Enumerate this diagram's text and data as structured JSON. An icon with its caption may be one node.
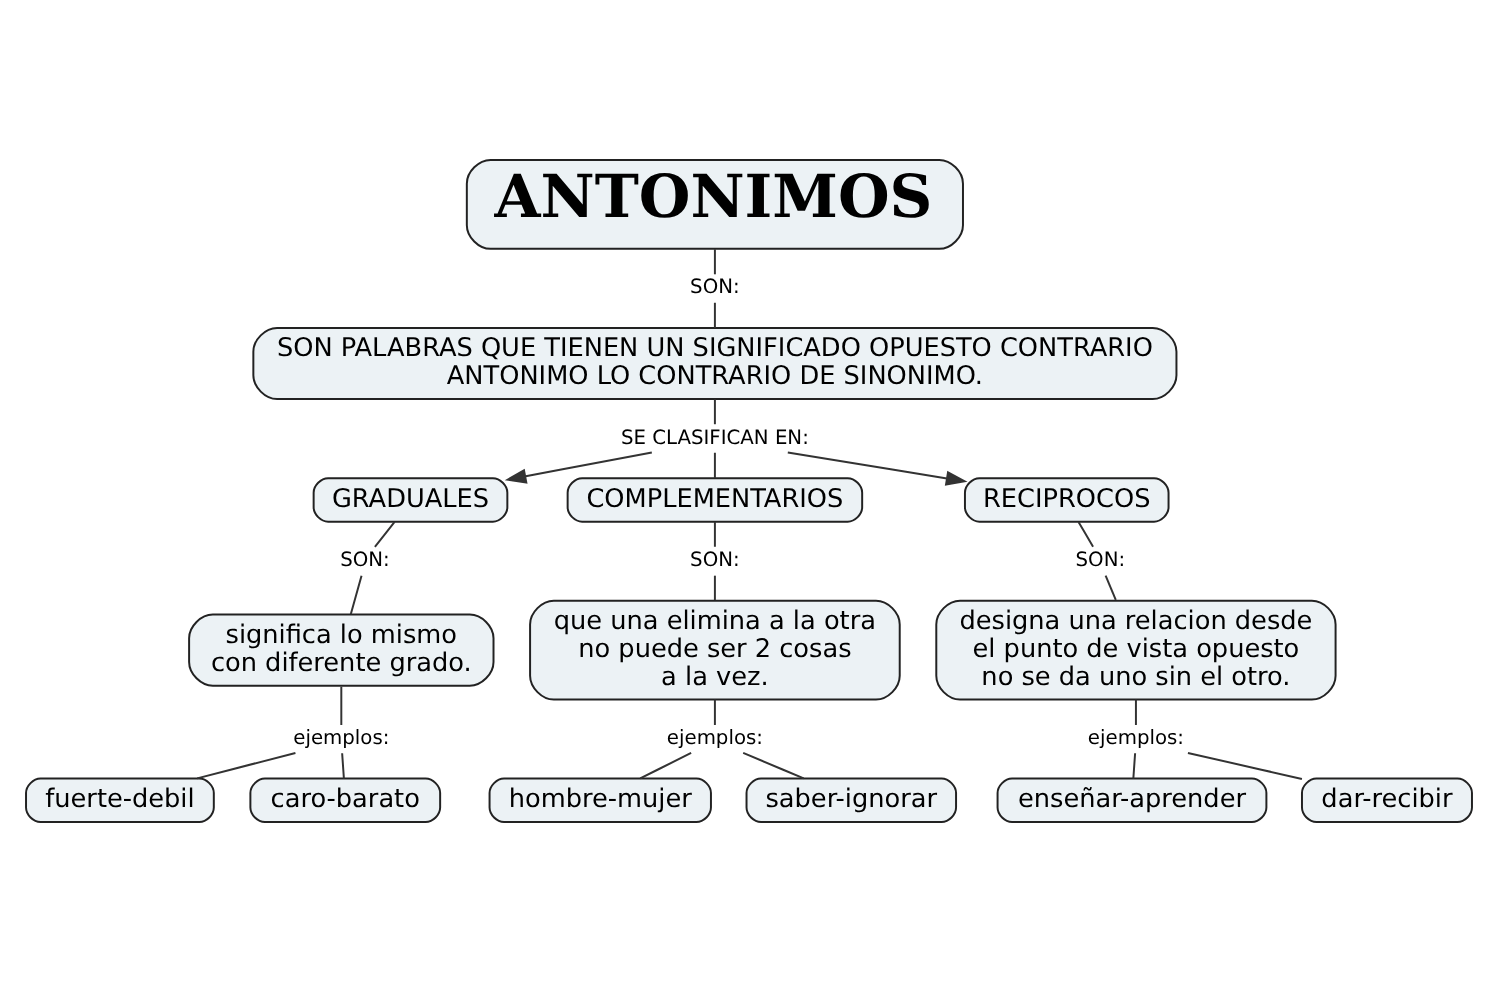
{
  "diagram": {
    "nodes": [
      {
        "text": [
          "ANTONIMOS"
        ]
      },
      {
        "text": [
          "SON:"
        ]
      },
      {
        "text": [
          "SON PALABRAS QUE TIENEN UN SIGNIFICADO OPUESTO CONTRARIO ANTONIMO LO CONTRARIO DE SINONIMO."
        ]
      },
      {
        "text": [
          "SE CLASIFICAN EN:"
        ]
      },
      {
        "text": [
          "GRADUALES"
        ]
      },
      {
        "text": [
          "COMPLEMENTARIOS"
        ]
      },
      {
        "text": [
          "RECIPROCOS"
        ]
      },
      {
        "text": [
          "SON:"
        ]
      },
      {
        "text": [
          "SON:"
        ]
      },
      {
        "text": [
          "SON:"
        ]
      },
      {
        "text": [
          "significa lo mismo con diferente grado."
        ]
      },
      {
        "text": [
          "que una elimina a la otra no puede ser 2 cosas a la vez."
        ]
      },
      {
        "text": [
          "designa una relacion desde el punto de vista opuesto no se da uno sin el otro."
        ]
      },
      {
        "text": [
          "ejemplos:"
        ]
      },
      {
        "text": [
          "ejemplos:"
        ]
      },
      {
        "text": [
          "ejemplos:"
        ]
      },
      {
        "text": [
          "fuerte-debil"
        ]
      },
      {
        "text": [
          "caro-barato"
        ]
      },
      {
        "text": [
          "hombre-mujer"
        ]
      },
      {
        "text": [
          "saber-ignorar"
        ]
      },
      {
        "text": [
          "enseñar-aprender"
        ]
      },
      {
        "text": [
          "dar-recibir"
        ]
      }
    ],
    "edges": [
      {
        "from": 0,
        "to": 1,
        "arrow": "none"
      },
      {
        "from": 1,
        "to": 2,
        "arrow": "none"
      },
      {
        "from": 2,
        "to": 3,
        "arrow": "none"
      },
      {
        "from": 3,
        "to": 4,
        "arrow": "to"
      },
      {
        "from": 3,
        "to": 5,
        "arrow": "none"
      },
      {
        "from": 3,
        "to": 6,
        "arrow": "to"
      },
      {
        "from": 4,
        "to": 7,
        "arrow": "none"
      },
      {
        "from": 5,
        "to": 8,
        "arrow": "none"
      },
      {
        "from": 6,
        "to": 9,
        "arrow": "none"
      },
      {
        "from": 7,
        "to": 10,
        "arrow": "none"
      },
      {
        "from": 8,
        "to": 11,
        "arrow": "none"
      },
      {
        "from": 9,
        "to": 12,
        "arrow": "none"
      },
      {
        "from": 10,
        "to": 13,
        "arrow": "none"
      },
      {
        "from": 11,
        "to": 14,
        "arrow": "none"
      },
      {
        "from": 12,
        "to": 15,
        "arrow": "none"
      },
      {
        "from": 13,
        "to": 16,
        "arrow": "none"
      },
      {
        "from": 13,
        "to": 17,
        "arrow": "none"
      },
      {
        "from": 14,
        "to": 18,
        "arrow": "none"
      },
      {
        "from": 14,
        "to": 19,
        "arrow": "none"
      },
      {
        "from": 15,
        "to": 20,
        "arrow": "none"
      },
      {
        "from": 15,
        "to": 21,
        "arrow": "none"
      }
    ]
  }
}
